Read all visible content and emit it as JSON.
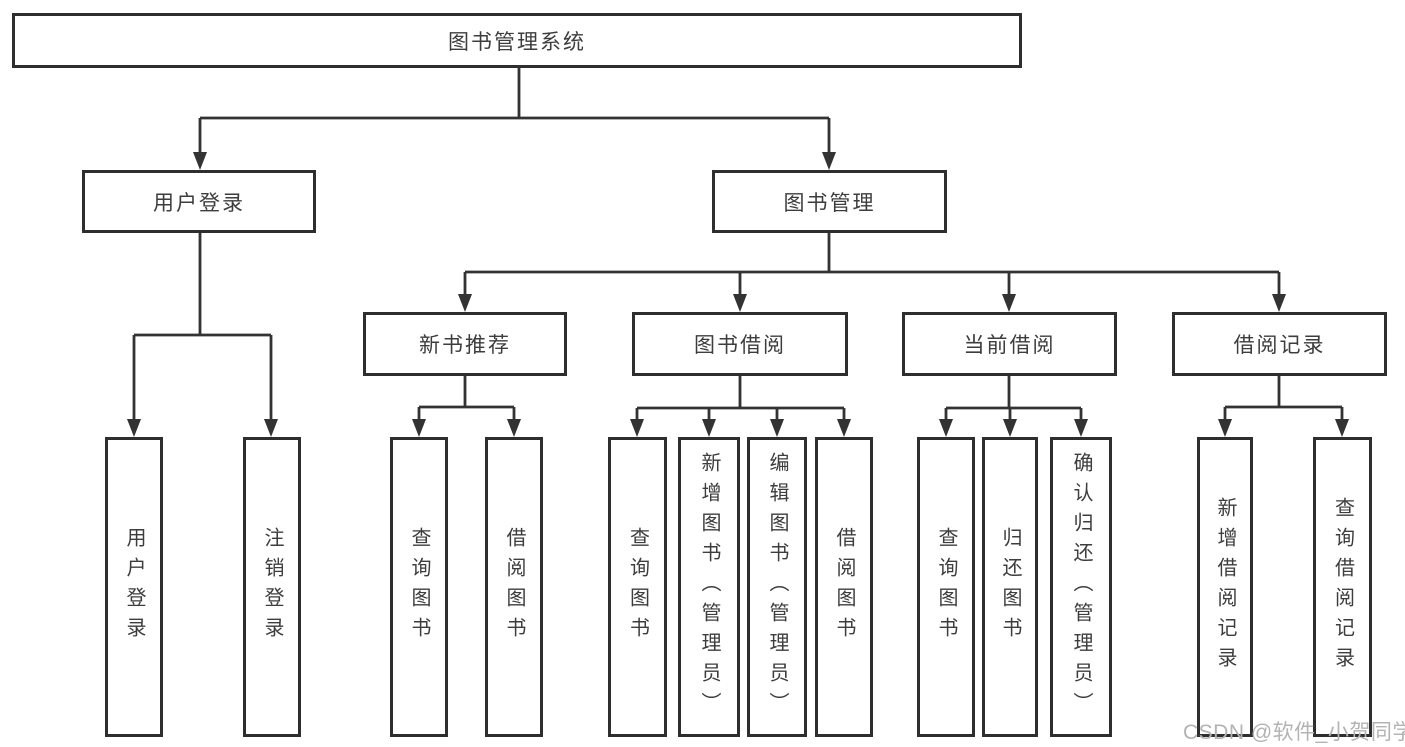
{
  "diagram_title": "图书管理系统",
  "tree": {
    "label": "图书管理系统",
    "children": [
      {
        "label": "用户登录",
        "children": [
          {
            "label": "用户登录"
          },
          {
            "label": "注销登录"
          }
        ]
      },
      {
        "label": "图书管理",
        "children": [
          {
            "label": "新书推荐",
            "children": [
              {
                "label": "查询图书"
              },
              {
                "label": "借阅图书"
              }
            ]
          },
          {
            "label": "图书借阅",
            "children": [
              {
                "label": "查询图书"
              },
              {
                "label": "新增图书（管理员）"
              },
              {
                "label": "编辑图书（管理员）"
              },
              {
                "label": "借阅图书"
              }
            ]
          },
          {
            "label": "当前借阅",
            "children": [
              {
                "label": "查询图书"
              },
              {
                "label": "归还图书"
              },
              {
                "label": "确认归还（管理员）"
              }
            ]
          },
          {
            "label": "借阅记录",
            "children": [
              {
                "label": "新增借阅记录"
              },
              {
                "label": "查询借阅记录"
              }
            ]
          }
        ]
      }
    ]
  },
  "watermark": {
    "text": "CSDN @软件_小贺同学"
  },
  "colors": {
    "line": "#333333",
    "box_border": "#2e2e2e",
    "text": "#3d3d3d",
    "watermark": "#b3b3b3",
    "background": "#ffffff"
  }
}
